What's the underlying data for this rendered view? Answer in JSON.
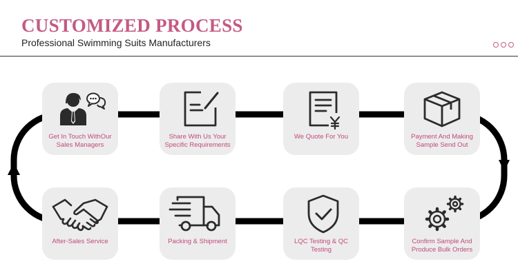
{
  "header": {
    "title": "CUSTOMIZED PROCESS",
    "subtitle": "Professional Swimming Suits Manufacturers"
  },
  "colors": {
    "accent": "#c45a84",
    "card": "#ececec",
    "line": "#000000"
  },
  "steps": [
    {
      "label": "Get In Touch WithOur Sales Managers",
      "icon": "sales-manager-chat-icon"
    },
    {
      "label": "Share With Us Your Specific Requirements",
      "icon": "note-edit-icon"
    },
    {
      "label": "We Quote For You",
      "icon": "quote-document-yen-icon"
    },
    {
      "label": "Payment And Making Sample Send Out",
      "icon": "package-box-icon"
    },
    {
      "label": "Confirm Sample And Produce Bulk Orders",
      "icon": "gears-icon"
    },
    {
      "label": "LQC Testing & QC Testing",
      "icon": "shield-check-icon"
    },
    {
      "label": "Packing & Shipment",
      "icon": "delivery-truck-icon"
    },
    {
      "label": "After-Sales Service",
      "icon": "handshake-icon"
    }
  ]
}
